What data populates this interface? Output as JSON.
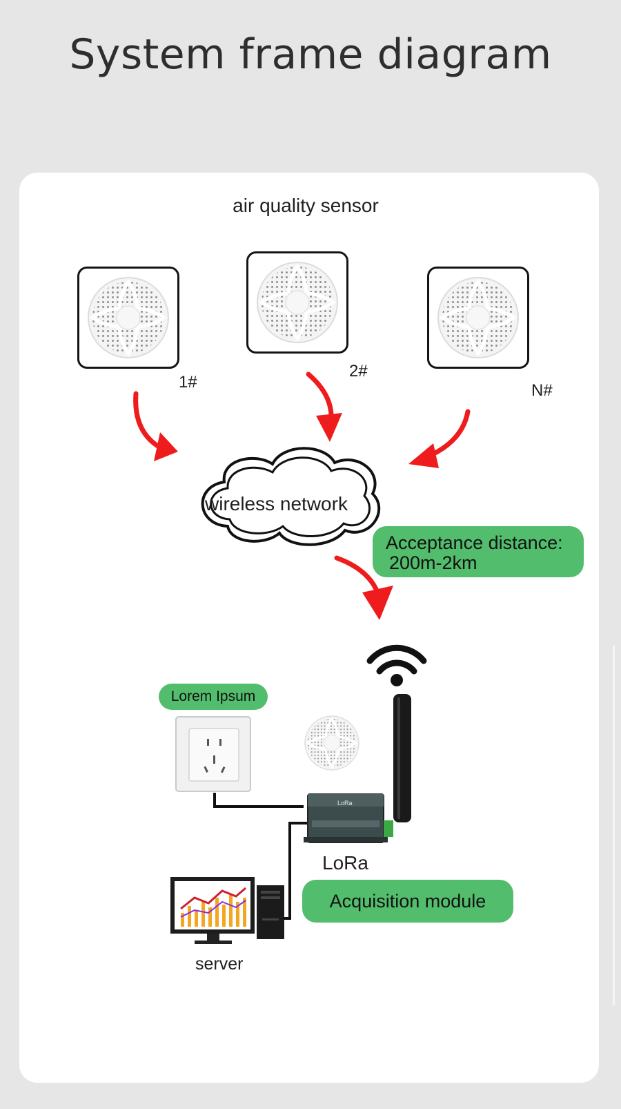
{
  "title": "System frame diagram",
  "sensor_heading": "air quality sensor",
  "sensors": [
    {
      "label": "1#"
    },
    {
      "label": "2#"
    },
    {
      "label": "N#"
    }
  ],
  "cloud_label": "wireless network",
  "distance_badge": {
    "line1": "Acceptance distance:",
    "line2": "200m-2km"
  },
  "socket_badge": "Lorem Ipsum",
  "gateway_label": "LoRa",
  "gateway_brand": "LoRa",
  "module_badge": "Acquisition module",
  "server_label": "server",
  "colors": {
    "accent_green": "#52bd6c",
    "arrow_red": "#ee1c1c",
    "card_bg": "#ffffff",
    "page_bg": "#e6e6e6"
  },
  "icons": [
    "air-sensor-icon",
    "curved-arrow-icon",
    "cloud-icon",
    "wifi-icon",
    "power-socket-icon",
    "lora-gateway-icon",
    "antenna-icon",
    "server-monitor-icon"
  ]
}
